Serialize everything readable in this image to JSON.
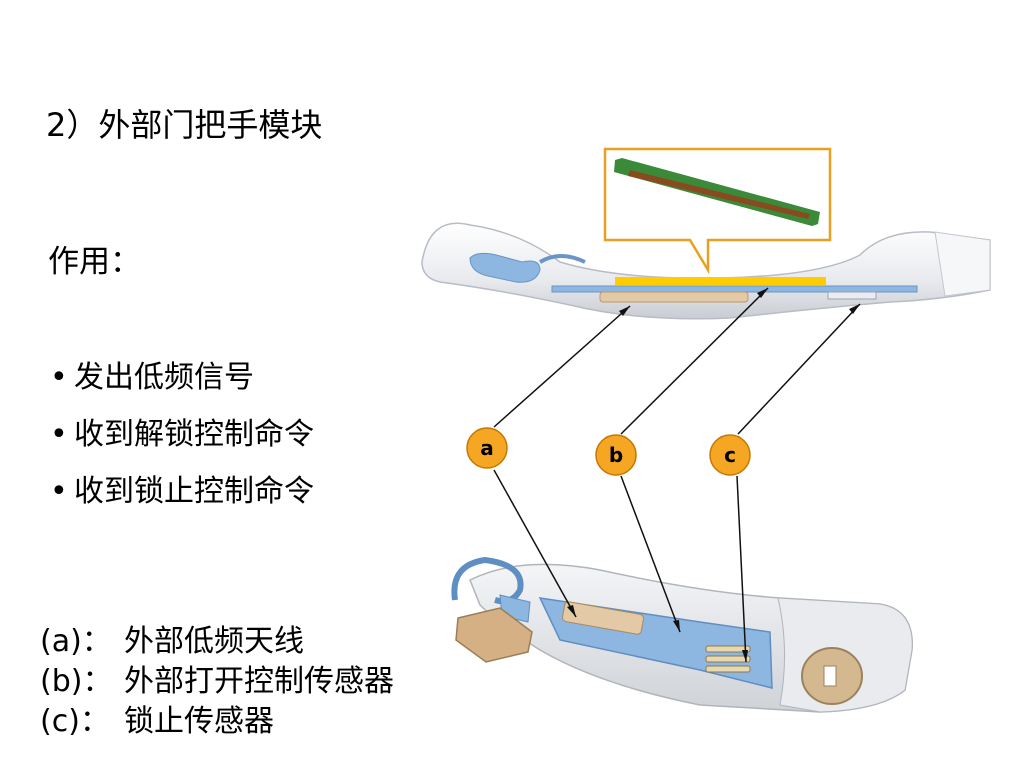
{
  "slide": {
    "title": "2）外部门把手模块",
    "role_heading": "作用：",
    "bullets": [
      "发出低频信号",
      "收到解锁控制命令",
      "收到锁止控制命令"
    ],
    "legend": [
      {
        "code": "(a)：",
        "text": "外部低频天线"
      },
      {
        "code": "(b)：",
        "text": "外部打开控制传感器"
      },
      {
        "code": "(c)：",
        "text": "锁止传感器"
      }
    ]
  },
  "figure": {
    "callouts": [
      "a",
      "b",
      "c"
    ],
    "colors": {
      "callout_fill": "#f5a623",
      "callout_border": "#c77800",
      "inset_border": "#e8a020",
      "highlight_bar": "#ffcc00",
      "pcb": "#7fb0dc",
      "antenna": "#d8b48a",
      "handle": "#eef0f3"
    }
  }
}
